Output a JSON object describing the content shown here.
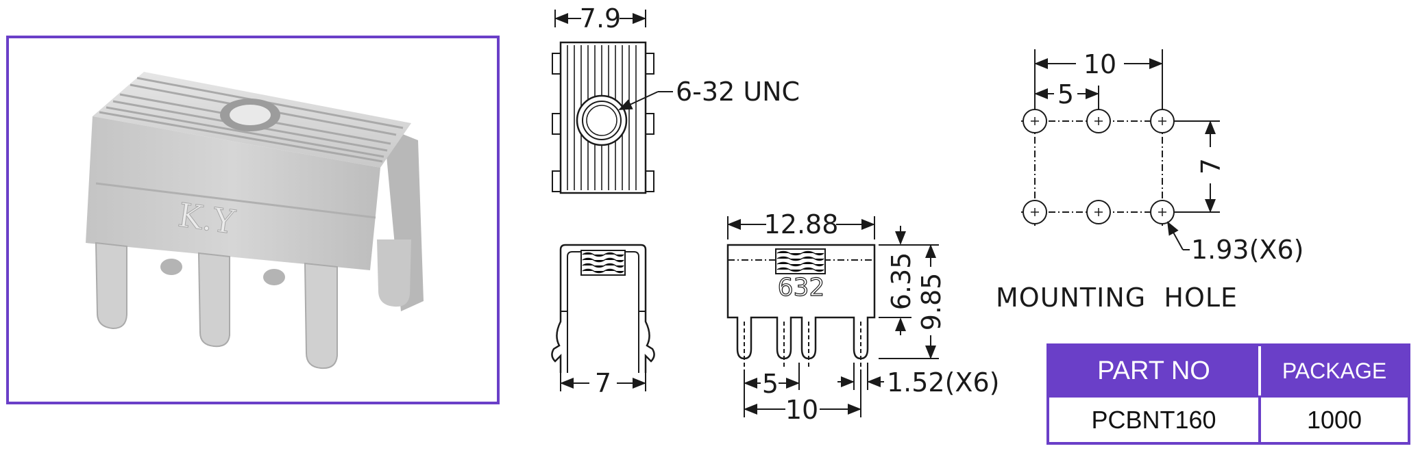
{
  "top_view": {
    "width_label": "7.9",
    "thread_label": "6-32 UNC"
  },
  "side_view": {
    "width_label": "7"
  },
  "front_view": {
    "width_label": "12.88",
    "marking": "632",
    "height_upper_label": "6.35",
    "height_total_label": "9.85",
    "pitch_label": "5",
    "span_label": "10",
    "pin_label": "1.52(X6)"
  },
  "mounting_hole": {
    "span_label": "10",
    "pitch_label": "5",
    "row_spacing_label": "7",
    "hole_label": "1.93(X6)",
    "caption": "MOUNTING  HOLE"
  },
  "photo": {
    "embossed_text": "K.Y"
  },
  "table": {
    "headers": [
      "PART NO",
      "PACKAGE"
    ],
    "rows": [
      [
        "PCBNT160",
        "1000"
      ]
    ]
  },
  "colors": {
    "accent": "#6a3fc8",
    "line": "#1a1a1a",
    "metal": "#d2d2d2"
  }
}
